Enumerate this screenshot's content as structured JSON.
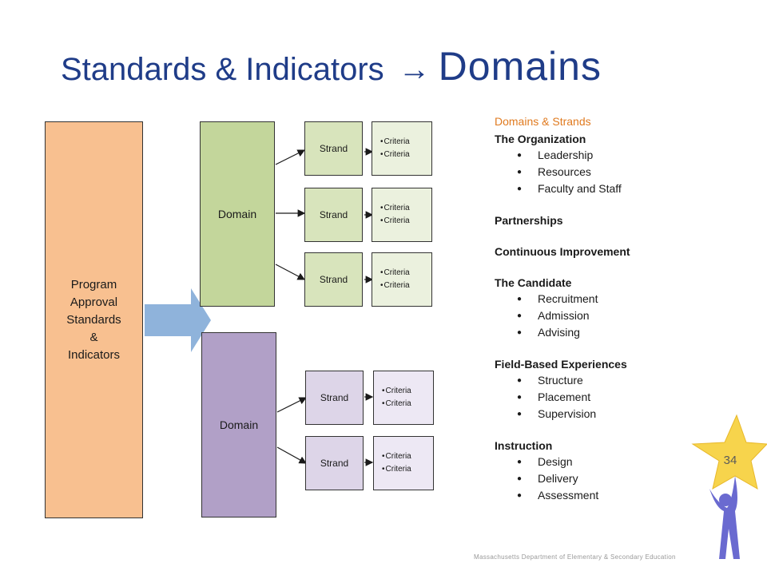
{
  "title": {
    "part1": "Standards & Indicators",
    "arrow": "→",
    "part2": "Domains"
  },
  "program_box": {
    "lines": [
      "Program",
      "Approval",
      "Standards",
      "&",
      "Indicators"
    ]
  },
  "domains": [
    {
      "label": "Domain",
      "strands": [
        {
          "label": "Strand",
          "criteria": [
            "Criteria",
            "Criteria"
          ]
        },
        {
          "label": "Strand",
          "criteria": [
            "Criteria",
            "Criteria"
          ]
        },
        {
          "label": "Strand",
          "criteria": [
            "Criteria",
            "Criteria"
          ]
        }
      ]
    },
    {
      "label": "Domain",
      "strands": [
        {
          "label": "Strand",
          "criteria": [
            "Criteria",
            "Criteria"
          ]
        },
        {
          "label": "Strand",
          "criteria": [
            "Criteria",
            "Criteria"
          ]
        }
      ]
    }
  ],
  "list": {
    "heading": "Domains & Strands",
    "groups": [
      {
        "title": "The Organization",
        "items": [
          "Leadership",
          "Resources",
          "Faculty and Staff"
        ]
      },
      {
        "title": "Partnerships",
        "items": []
      },
      {
        "title": "Continuous Improvement",
        "items": []
      },
      {
        "title": "The Candidate",
        "items": [
          "Recruitment",
          "Admission",
          "Advising"
        ]
      },
      {
        "title": "Field-Based Experiences",
        "items": [
          "Structure",
          "Placement",
          "Supervision"
        ]
      },
      {
        "title": "Instruction",
        "items": [
          "Design",
          "Delivery",
          "Assessment"
        ]
      }
    ]
  },
  "page_number": "34",
  "footer": "Massachusetts Department of Elementary & Secondary Education",
  "colors": {
    "title": "#1f3c88",
    "program": "#f8c090",
    "domain_green": "#c3d69b",
    "domain_purple": "#b1a0c7",
    "list_heading": "#e07a1f",
    "star": "#f7d44c",
    "figure": "#6a6ad0",
    "big_arrow": "#8fb3db"
  }
}
